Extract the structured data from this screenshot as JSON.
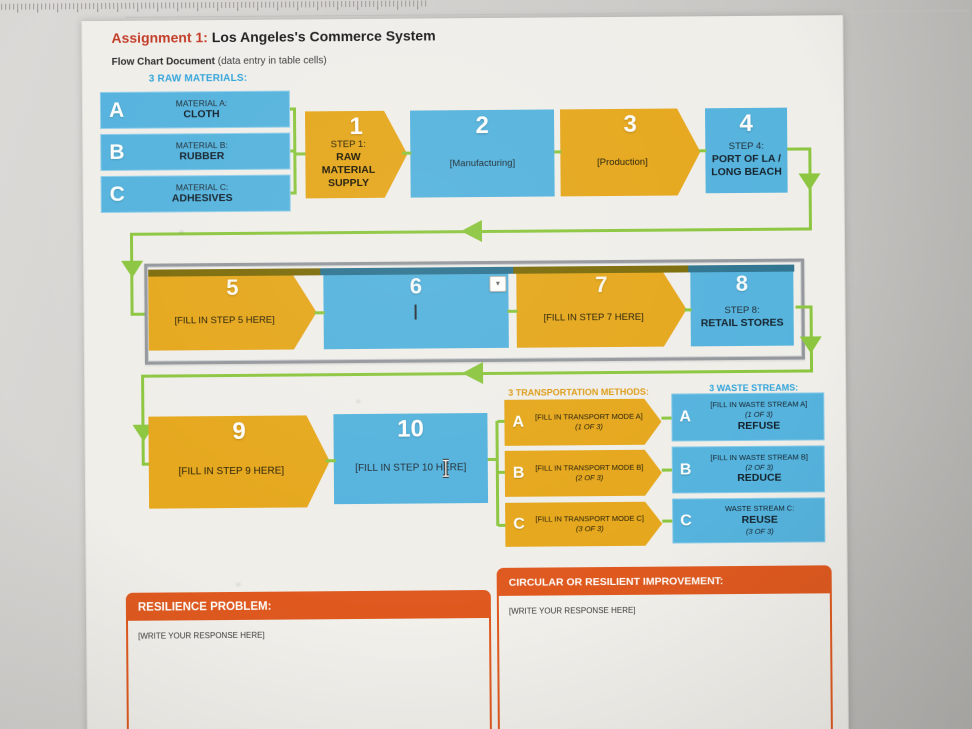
{
  "header": {
    "title_prefix": "Assignment 1:",
    "title_main": " Los Angeles's Commerce System",
    "subtitle_bold": "Flow Chart Document",
    "subtitle_rest": " (data entry in table cells)"
  },
  "materials": {
    "heading": "3 RAW MATERIALS:",
    "items": [
      {
        "letter": "A",
        "label": "MATERIAL A:",
        "value": "CLOTH"
      },
      {
        "letter": "B",
        "label": "MATERIAL B:",
        "value": "RUBBER"
      },
      {
        "letter": "C",
        "label": "MATERIAL C:",
        "value": "ADHESIVES"
      }
    ]
  },
  "flow": {
    "row1": [
      {
        "num": "1",
        "line1": "STEP 1:",
        "line2": "RAW MATERIAL SUPPLY"
      },
      {
        "num": "2",
        "line1": "[Manufacturing]",
        "line2": ""
      },
      {
        "num": "3",
        "line1": "[Production]",
        "line2": ""
      },
      {
        "num": "4",
        "line1": "STEP 4:",
        "line2": "PORT OF LA / LONG BEACH"
      }
    ],
    "row2": [
      {
        "num": "5",
        "line1": "[FILL IN STEP 5 HERE]",
        "line2": ""
      },
      {
        "num": "6",
        "line1": "",
        "line2": ""
      },
      {
        "num": "7",
        "line1": "[FILL IN STEP 7 HERE]",
        "line2": ""
      },
      {
        "num": "8",
        "line1": "STEP 8:",
        "line2": "RETAIL STORES"
      }
    ],
    "row3": [
      {
        "num": "9",
        "line1": "[FILL IN STEP 9 HERE]",
        "line2": ""
      },
      {
        "num": "10",
        "line1": "[FILL IN STEP 10 HERE]",
        "line2": ""
      }
    ]
  },
  "transport": {
    "heading": "3 TRANSPORTATION METHODS:",
    "items": [
      {
        "letter": "A",
        "line1": "[FILL IN TRANSPORT MODE A]",
        "line2": "(1 OF 3)"
      },
      {
        "letter": "B",
        "line1": "[FILL IN TRANSPORT MODE B]",
        "line2": "(2 OF 3)"
      },
      {
        "letter": "C",
        "line1": "[FILL IN TRANSPORT MODE C]",
        "line2": "(3 OF 3)"
      }
    ]
  },
  "waste": {
    "heading": "3 WASTE STREAMS:",
    "items": [
      {
        "letter": "A",
        "line1": "[FILL IN WASTE STREAM A]",
        "line2": "(1 OF 3)",
        "line3": "REFUSE"
      },
      {
        "letter": "B",
        "line1": "[FILL IN WASTE STREAM B]",
        "line2": "(2 OF 3)",
        "line3": "REDUCE"
      },
      {
        "letter": "C",
        "line1": "WASTE STREAM C:",
        "line2": "REUSE",
        "line3": "(3 OF 3)"
      }
    ]
  },
  "responses": {
    "left": {
      "heading": "RESILIENCE PROBLEM:",
      "placeholder": "[WRITE YOUR RESPONSE HERE]"
    },
    "right": {
      "heading": "CIRCULAR OR RESILIENT IMPROVEMENT:",
      "placeholder": "[WRITE YOUR RESPONSE HERE]"
    }
  },
  "icons": {
    "cell_dropdown": "▾"
  },
  "colors": {
    "box_blue": "#55b3dd",
    "box_orange": "#e5a71c",
    "connector_green": "#8cc63f",
    "accent_orange": "#df591f",
    "title_red": "#c23b26",
    "heading_blue": "#2fa3da",
    "heading_gold": "#dd9b15"
  }
}
